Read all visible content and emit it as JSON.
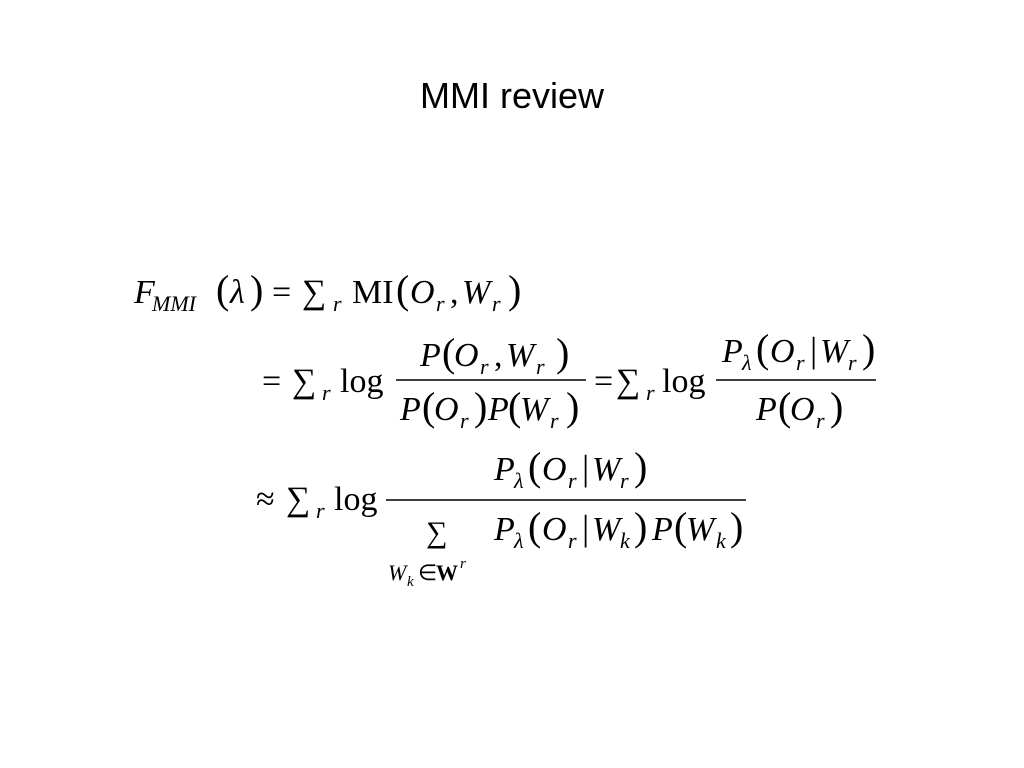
{
  "slide": {
    "title": "MMI review"
  },
  "equation": {
    "F": "F",
    "MMI_sub": "MMI",
    "lambda": "λ",
    "lparen": "(",
    "rparen": ")",
    "bar": "|",
    "comma": ",",
    "equals": "=",
    "approx": "≈",
    "sum": "∑",
    "r": "r",
    "MI": "MI",
    "log": "log",
    "P": "P",
    "O": "O",
    "W": "W",
    "k": "k",
    "elem": "∈",
    "Wbold": "W",
    "sup_r": "r"
  }
}
